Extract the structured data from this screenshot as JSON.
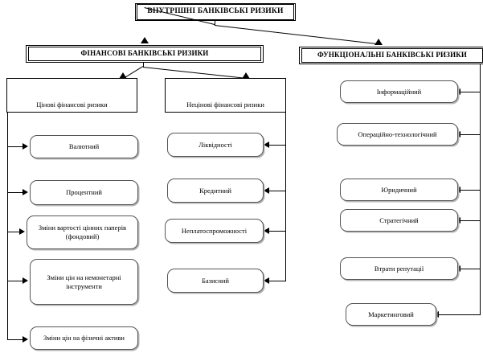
{
  "diagram": {
    "title": "ВНУТРІШНІ БАНКІВСЬКІ РИЗИКИ",
    "level2": {
      "financial": "ФІНАНСОВІ БАНКІВСЬКІ РИЗИКИ",
      "functional": "ФУНКЦІОНАЛЬНІ БАНКІВСЬКІ РИЗИКИ"
    },
    "groups": {
      "price": "Цінові фінансові ризики",
      "nonprice": "Нецінові фінансові ризики"
    },
    "price_items": [
      {
        "label": "Валютний"
      },
      {
        "label": "Процентний"
      },
      {
        "label": "Зміни вартості цінних паперів (фондовий)"
      },
      {
        "label": "Зміни цін на немонетарні інструменти"
      },
      {
        "label": "Зміни цін на фізичні активи"
      }
    ],
    "nonprice_items": [
      {
        "label": "Ліквідності"
      },
      {
        "label": "Кредитний"
      },
      {
        "label": "Неплатоспроможності"
      },
      {
        "label": "Базисний"
      }
    ],
    "functional_items": [
      {
        "label": "Інформаційний"
      },
      {
        "label": "Операційно-технологічний"
      },
      {
        "label": "Юридичний"
      },
      {
        "label": "Стратегічний"
      },
      {
        "label": "Втрати репутації"
      },
      {
        "label": "Маркетинговий"
      }
    ],
    "colors": {
      "line": "#000000",
      "text": "#000000",
      "background": "#ffffff",
      "leaf_border": "#555555",
      "leaf_shadow": "#b5b5b5"
    }
  }
}
